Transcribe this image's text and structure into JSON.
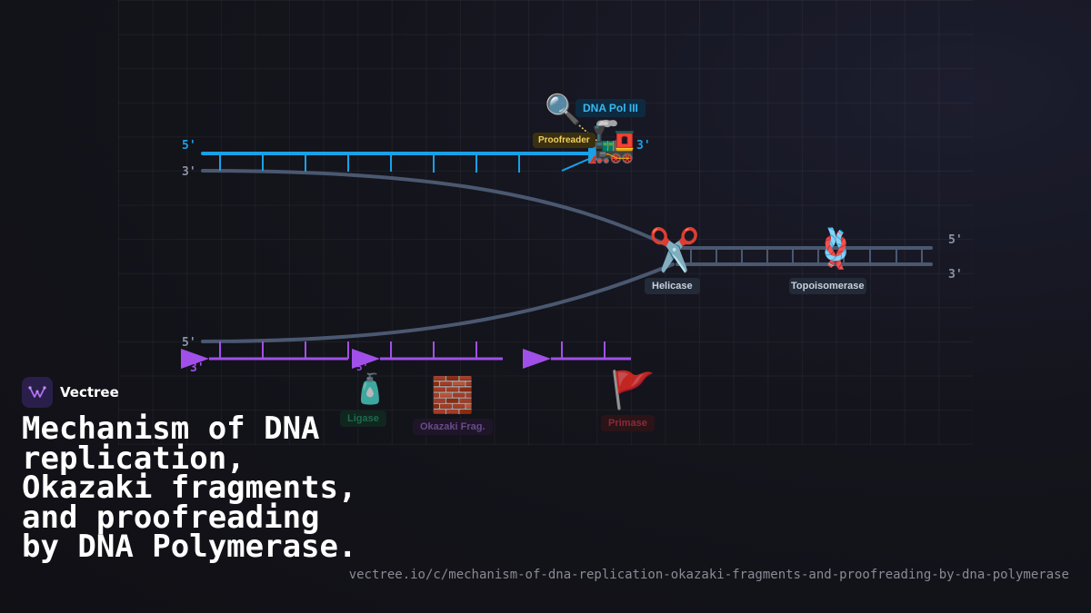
{
  "brand": {
    "name": "Vectree"
  },
  "title": "Mechanism of DNA replication, Okazaki fragments, and proofreading by DNA Polymerase.",
  "url": "vectree.io/c/mechanism-of-dna-replication-okazaki-fragments-and-proofreading-by-dna-polymerase",
  "diagram": {
    "leading_strand": {
      "five_prime": "5'",
      "three_prime_left": "3'",
      "three_prime_right": "3'"
    },
    "parent_duplex": {
      "five_prime": "5'",
      "three_prime": "3'"
    },
    "lagging_strand": {
      "five_prime": "5'",
      "three_prime": "3'",
      "fragment_five_prime": "5'"
    },
    "enzymes": {
      "dna_pol": {
        "label": "DNA Pol III",
        "icon": "train-icon"
      },
      "proofreader": {
        "label": "Proofreader",
        "icon": "magnifier-icon"
      },
      "helicase": {
        "label": "Helicase",
        "icon": "scissors-icon"
      },
      "topoisomerase": {
        "label": "Topoisomerase",
        "icon": "knot-icon"
      },
      "ligase": {
        "label": "Ligase",
        "icon": "glue-bottle-icon"
      },
      "okazaki": {
        "label": "Okazaki Frag.",
        "icon": "brick-icon"
      },
      "primase": {
        "label": "Primase",
        "icon": "red-flag-icon"
      }
    },
    "colors": {
      "leading": "#1aa0e6",
      "lagging": "#a050e8",
      "parent": "#4a5870",
      "pol_label": "#38b8f0",
      "proofreader_label": "#f0d060",
      "ligase_label": "#1f6a4e",
      "okazaki_label": "#6a4a8a",
      "primase_label": "#8a2a3a"
    }
  }
}
